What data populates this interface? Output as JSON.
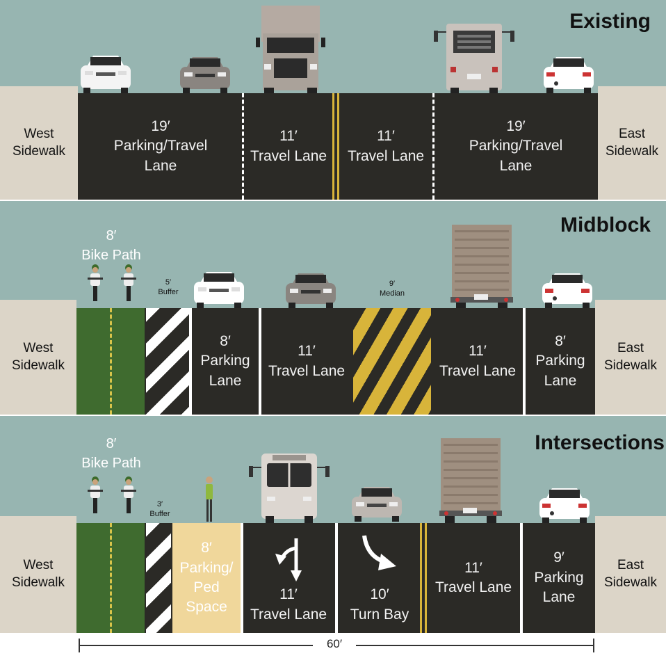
{
  "existing": {
    "title": "Existing",
    "west_sidewalk": [
      "West",
      "Sidewalk"
    ],
    "east_sidewalk": [
      "East",
      "Sidewalk"
    ],
    "lanes": [
      {
        "width": "19′",
        "label1": "Parking/Travel",
        "label2": "Lane"
      },
      {
        "width": "11′",
        "label1": "Travel Lane"
      },
      {
        "width": "11′",
        "label1": "Travel Lane"
      },
      {
        "width": "19′",
        "label1": "Parking/Travel",
        "label2": "Lane"
      }
    ]
  },
  "midblock": {
    "title": "Midblock",
    "west_sidewalk": [
      "West",
      "Sidewalk"
    ],
    "east_sidewalk": [
      "East",
      "Sidewalk"
    ],
    "bike_path": {
      "width": "8′",
      "label": "Bike Path"
    },
    "buffer": {
      "width": "5′",
      "label": "Buffer"
    },
    "median": {
      "width": "9′",
      "label": "Median"
    },
    "lanes": [
      {
        "width": "8′",
        "label1": "Parking",
        "label2": "Lane"
      },
      {
        "width": "11′",
        "label1": "Travel Lane"
      },
      {
        "width": "11′",
        "label1": "Travel Lane"
      },
      {
        "width": "8′",
        "label1": "Parking",
        "label2": "Lane"
      }
    ]
  },
  "intersections": {
    "title": "Intersections",
    "west_sidewalk": [
      "West",
      "Sidewalk"
    ],
    "east_sidewalk": [
      "East",
      "Sidewalk"
    ],
    "bike_path": {
      "width": "8′",
      "label": "Bike Path"
    },
    "buffer": {
      "width": "3′",
      "label": "Buffer"
    },
    "ped_space": {
      "width": "8′",
      "label1": "Parking/",
      "label2": "Ped",
      "label3": "Space"
    },
    "lanes": [
      {
        "width": "11′",
        "label1": "Travel Lane"
      },
      {
        "width": "10′",
        "label1": "Turn Bay"
      },
      {
        "width": "11′",
        "label1": "Travel Lane"
      },
      {
        "width": "9′",
        "label1": "Parking",
        "label2": "Lane"
      }
    ]
  },
  "total_width": "60′",
  "colors": {
    "sky": "#97b5b1",
    "asphalt": "#2b2a26",
    "sidewalk": "#dcd5c8",
    "bike": "#3f6b2f",
    "yellow": "#d8b43a",
    "ped_space": "#f0d79b"
  }
}
